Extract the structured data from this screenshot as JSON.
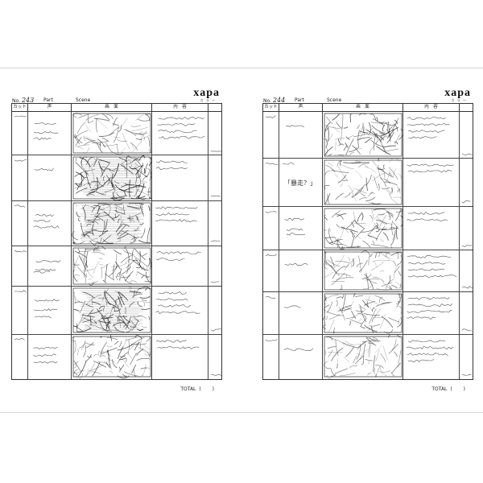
{
  "pages": [
    {
      "no_label": "No.",
      "no": "243",
      "part_label": "Part",
      "scene_label": "Scene",
      "logo": "xapa",
      "logo_sub": "カ ラ ー",
      "headers": {
        "cut": "カット",
        "voice": "声",
        "picture": "画　面",
        "content": "内　容"
      },
      "total_label": "TOTAL",
      "total_paren": "(    )",
      "dialogue": []
    },
    {
      "no_label": "No.",
      "no": "244",
      "part_label": "Part",
      "scene_label": "Scene",
      "logo": "xapa",
      "logo_sub": "カ ラ ー",
      "headers": {
        "cut": "カット",
        "voice": "声",
        "picture": "画　面",
        "content": "内　容"
      },
      "total_label": "TOTAL",
      "total_paren": "(    )",
      "dialogue": [
        {
          "row": 1,
          "text": "「暴走？」"
        }
      ]
    }
  ]
}
